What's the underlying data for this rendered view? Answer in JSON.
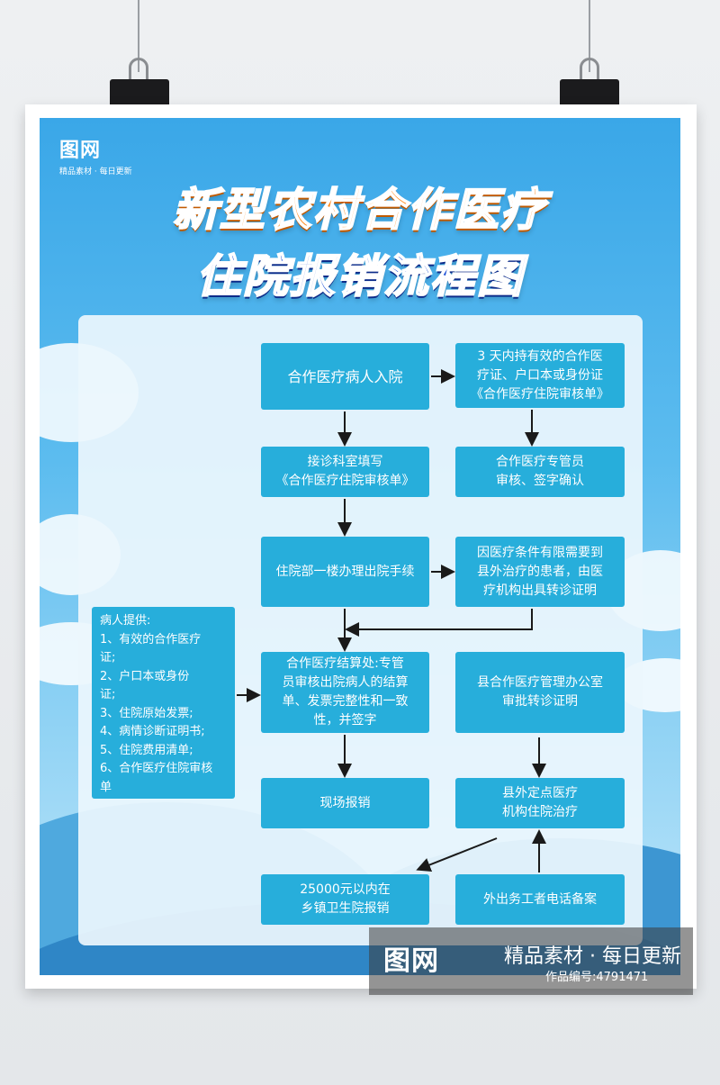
{
  "logo": {
    "mark": "图网",
    "sub": "精品素材 · 每日更新"
  },
  "title": {
    "line1": "新型农村合作医疗",
    "line2": "住院报销流程图"
  },
  "boxes": {
    "admit": "合作医疗病人入院",
    "three_days": "3 天内持有效的合作医\n疗证、户口本或身份证\n《合作医疗住院审核单》",
    "fill_form": "接诊科室填写\n《合作医疗住院审核单》",
    "confirm": "合作医疗专管员\n审核、签字确认",
    "discharge": "住院部一楼办理出院手续",
    "transfer_cert": "因医疗条件有限需要到\n县外治疗的患者，由医\n疗机构出具转诊证明",
    "patient_provide": "病人提供:\n1、有效的合作医疗\n证;\n2、户口本或身份\n证;\n3、住院原始发票;\n4、病情诊断证明书;\n5、住院费用清单;\n6、合作医疗住院审核\n单",
    "settlement": "合作医疗结算处:专管\n员审核出院病人的结算\n单、发票完整性和一致\n性，并签字",
    "county_office": "县合作医疗管理办公室\n审批转诊证明",
    "onsite": "现场报销",
    "outside_hospital": "县外定点医疗\n机构住院治疗",
    "small_amount": "25000元以内在\n乡镇卫生院报销",
    "migrant": "外出务工者电话备案"
  },
  "watermark": {
    "logo": "图网",
    "text": "精品素材 · 每日更新",
    "id": "作品编号:4791471"
  },
  "colors": {
    "box": "#27aedb",
    "title_orange": "#ff8a1c",
    "title_blue": "#1b4fd6",
    "arrow": "#1a1a1a"
  }
}
